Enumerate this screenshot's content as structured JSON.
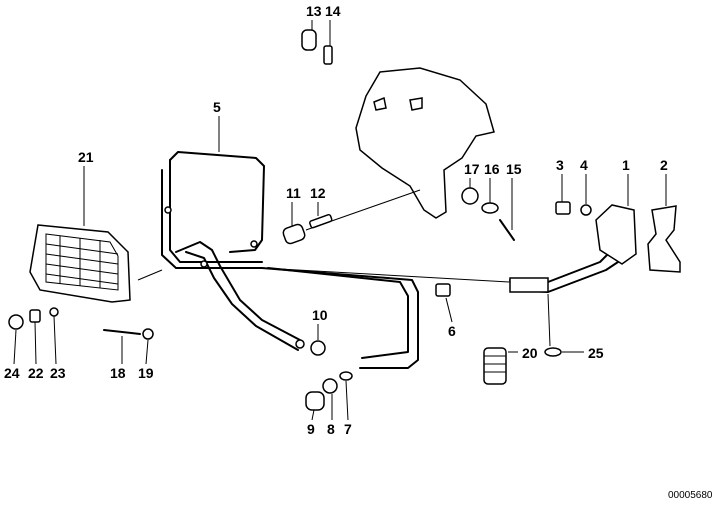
{
  "diagram": {
    "reference_number": "00005680",
    "callouts": {
      "c1": "1",
      "c2": "2",
      "c3": "3",
      "c4": "4",
      "c5": "5",
      "c6": "6",
      "c7": "7",
      "c8": "8",
      "c9": "9",
      "c10": "10",
      "c11": "11",
      "c12": "12",
      "c13": "13",
      "c14": "14",
      "c15": "15",
      "c16": "16",
      "c17": "17",
      "c18": "18",
      "c19": "19",
      "c20": "20",
      "c21": "21",
      "c22": "22",
      "c23": "23",
      "c24": "24",
      "c25": "25"
    }
  }
}
